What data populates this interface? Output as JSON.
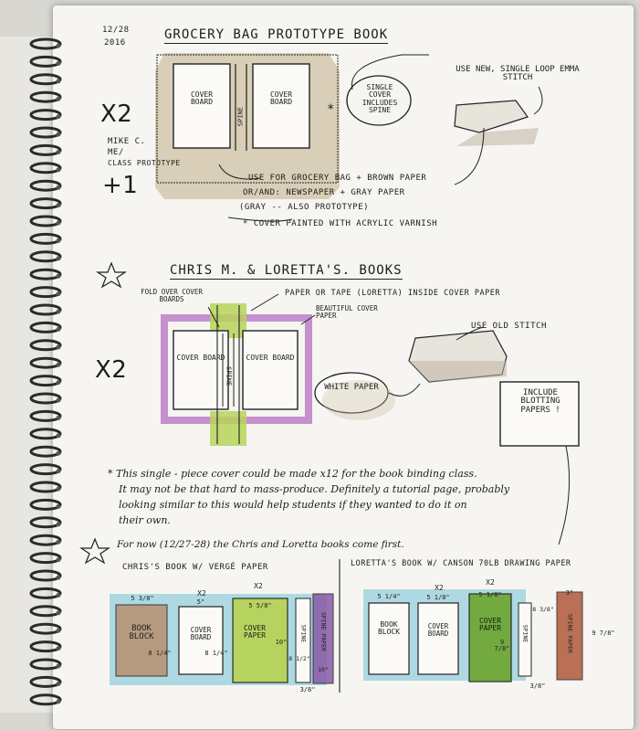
{
  "date": {
    "month_day": "12/28",
    "year": "2016"
  },
  "section1": {
    "title": "Grocery Bag Prototype Book",
    "multiplier": "X2",
    "plus_one": "+1",
    "credit": [
      "Mike C.",
      "Me/",
      "Class Prototype"
    ],
    "cover_board_left": "Cover Board",
    "cover_board_right": "Cover Board",
    "spine": "Spine",
    "single_cover_note": "Single Cover Includes Spine",
    "star": "*",
    "stitch_note": "Use new, single loop Emma Stitch",
    "use_note_lines": [
      "Use for Grocery Bag + Brown Paper",
      "Or/And: Newspaper + Gray Paper",
      "(Gray -- also prototype)"
    ],
    "varnish_note": "* Cover painted with Acrylic Varnish"
  },
  "section2": {
    "title": "Chris M. & Loretta's. Books",
    "multiplier": "X2",
    "fold_over_note": "Fold over cover boards",
    "paper_or_tape_note": "Paper or tape (Loretta) inside cover paper",
    "beautiful_cover_note": "Beautiful cover paper",
    "cover_board_left": "Cover Board",
    "cover_board_right": "Cover Board",
    "spine": "Spine",
    "old_stitch_note": "Use old stitch",
    "white_paper": "White Paper",
    "blotting_note": "Include Blotting Papers !"
  },
  "paragraph": {
    "lines": [
      "* This single - piece cover could be made x12 for the book binding class.",
      "It may not be that hard to mass-produce. Definitely a tutorial page, probably",
      "looking similar to this would help students if they wanted to do it on",
      "their own."
    ]
  },
  "for_now": "For now (12/27-28) the Chris and Loretta books come first.",
  "chris_book": {
    "title": "Chris's Book w/ Vergé Paper",
    "book_block": "Book Block",
    "book_block_w": "5 3/8\"",
    "book_block_h": "8 1/4\"",
    "cover_board": "Cover Board",
    "cover_board_x": "X2",
    "cover_board_w": "5\"",
    "cover_board_h": "8 1/4\"",
    "cover_paper": "Cover Paper",
    "cover_paper_x": "X2",
    "cover_paper_w": "5 5/8\"",
    "cover_paper_h": "10\"",
    "spine": "Spine",
    "spine_h": "8 1/2\"",
    "spine_w": "3/8\"",
    "spine_paper": "Spine Paper",
    "spine_paper_h": "10\""
  },
  "loretta_book": {
    "title": "Loretta's Book w/ Canson 70LB Drawing Paper",
    "book_block": "Book Block",
    "book_block_w": "5 1/4\"",
    "cover_board": "Cover Board",
    "cover_board_x": "X2",
    "cover_board_w": "5 1/8\"",
    "cover_paper": "Cover Paper",
    "cover_paper_x": "X2",
    "cover_paper_w": "5 1/8\"",
    "cover_paper_h": "9 7/8\"",
    "spine": "Spine",
    "spine_h": "8 3/8\"",
    "spine_w": "3/8\"",
    "spine_paper": "Spine Paper",
    "spine_paper_w": "3\"",
    "spine_paper_h": "9 7/8\""
  },
  "colors": {
    "paper": "#f6f5f1",
    "tan_wash": "#cfc0a3",
    "purple_wash": "#b877c4",
    "green_wash": "#b7d35a",
    "blue_wash": "#7fc7d9",
    "brown_wash": "#b9865f",
    "deep_green": "#6fa838",
    "rust": "#b0593a",
    "ink": "#1c1c1c",
    "spiral": "#2a2a2a"
  }
}
